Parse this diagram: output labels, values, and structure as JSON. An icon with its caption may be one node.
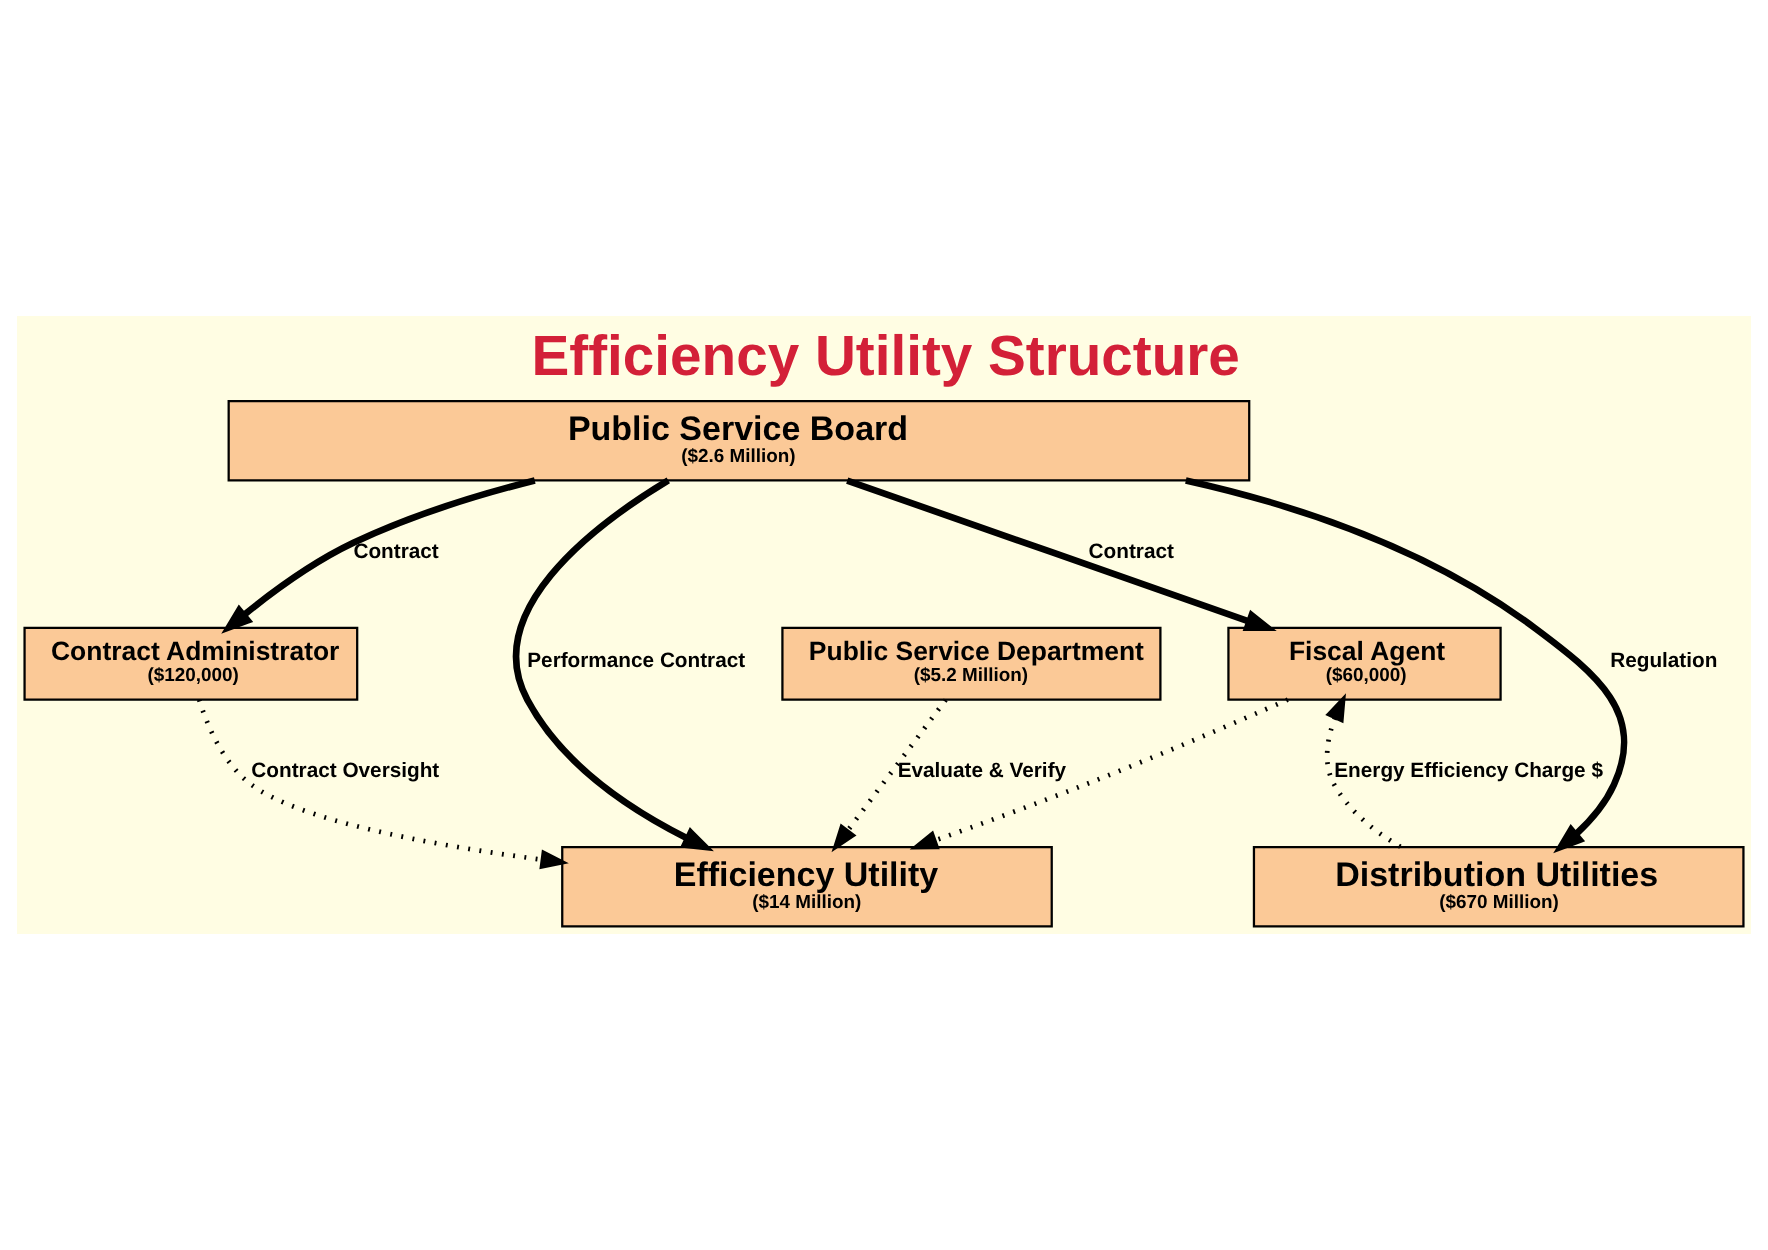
{
  "diagram": {
    "title": "Efficiency Utility Structure",
    "nodes": [
      {
        "text": [
          "Public Service Board",
          "($2.6 Million)"
        ]
      },
      {
        "text": [
          "Public Service Department",
          "($5.2 Million)"
        ]
      },
      {
        "text": [
          "Contract Administrator",
          "($120,000)"
        ]
      },
      {
        "text": [
          "Fiscal Agent",
          "($60,000)"
        ]
      },
      {
        "text": [
          "Efficiency Utility",
          "($14 Million)"
        ]
      },
      {
        "text": [
          "Distribution Utilities",
          "($670 Million)"
        ]
      }
    ],
    "edges": [
      {
        "from": 0,
        "to": 4,
        "arrow": "to",
        "label": "Performance Contract"
      },
      {
        "from": 0,
        "to": 2,
        "arrow": "to",
        "label": "Contract"
      },
      {
        "from": 0,
        "to": 3,
        "arrow": "to",
        "label": "Contract"
      },
      {
        "from": 0,
        "to": 5,
        "arrow": "to",
        "label": "Regulation"
      },
      {
        "from": 1,
        "to": 4,
        "arrow": "to",
        "label": "Evaluate & Verify",
        "style": "dashed"
      },
      {
        "from": 2,
        "to": 4,
        "arrow": "to",
        "label": "Contract Oversight",
        "style": "dashed"
      },
      {
        "from": 3,
        "to": 4,
        "arrow": "to",
        "style": "dashed"
      },
      {
        "from": 5,
        "to": 3,
        "arrow": "to",
        "label": "Energy Efficiency Charge $",
        "style": "dashed"
      }
    ]
  }
}
